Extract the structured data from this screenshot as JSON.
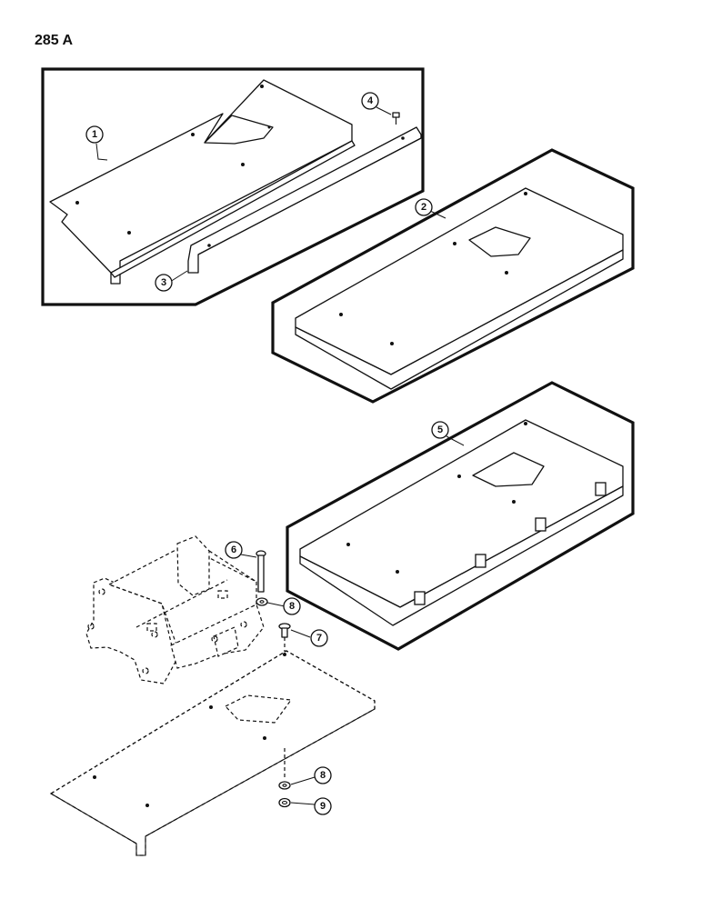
{
  "page": {
    "label": "285 A"
  },
  "callouts": [
    {
      "id": "1",
      "text": "1"
    },
    {
      "id": "2",
      "text": "2"
    },
    {
      "id": "3",
      "text": "3"
    },
    {
      "id": "4",
      "text": "4"
    },
    {
      "id": "5",
      "text": "5"
    },
    {
      "id": "6",
      "text": "6"
    },
    {
      "id": "7",
      "text": "7"
    },
    {
      "id": "8a",
      "text": "8"
    },
    {
      "id": "8b",
      "text": "8"
    },
    {
      "id": "9",
      "text": "9"
    }
  ]
}
